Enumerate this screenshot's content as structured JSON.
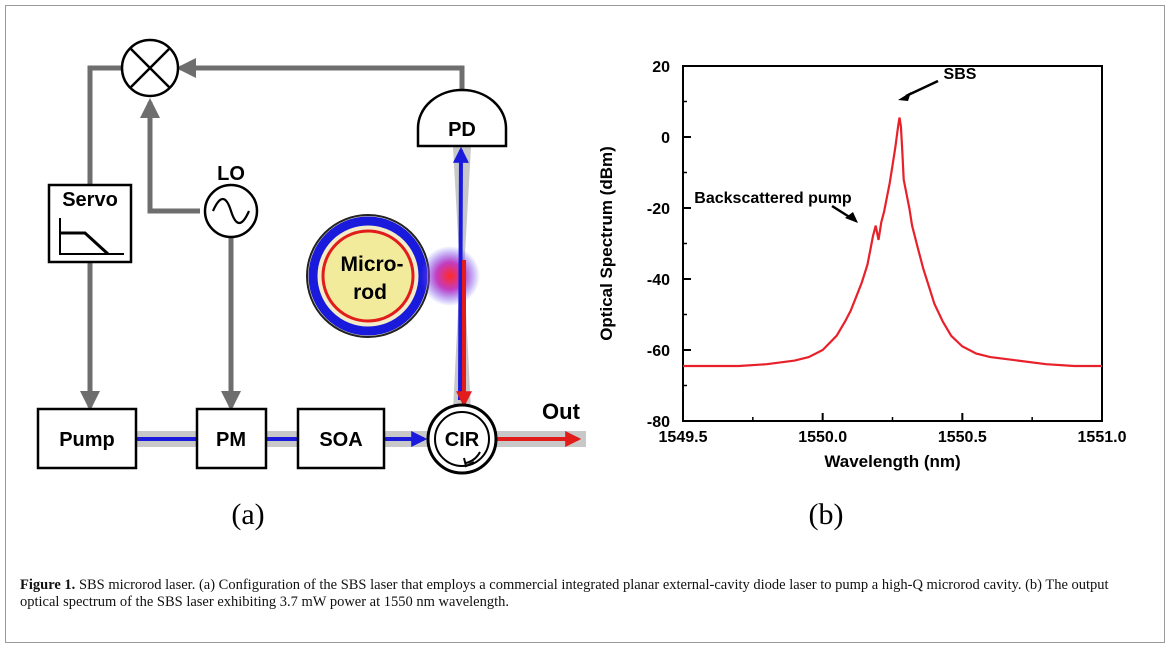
{
  "panel_a": {
    "label": "(a)",
    "blocks": {
      "servo": "Servo",
      "lo": "LO",
      "pd": "PD",
      "microrod_line1": "Micro-",
      "microrod_line2": "rod",
      "pump": "Pump",
      "pm": "PM",
      "soa": "SOA",
      "cir": "CIR",
      "out": "Out"
    }
  },
  "panel_b": {
    "label": "(b)",
    "annotations": {
      "peak": "SBS",
      "shoulder": "Backscattered pump"
    }
  },
  "chart_data": {
    "type": "line",
    "title": "",
    "xlabel": "Wavelength (nm)",
    "ylabel": "Optical Spectrum (dBm)",
    "xlim": [
      1549.5,
      1551.0
    ],
    "ylim": [
      -80,
      20
    ],
    "xticks": [
      1549.5,
      1550.0,
      1550.5,
      1551.0
    ],
    "xtick_labels": [
      "1549.5",
      "1550.0",
      "1550.5",
      "1551.0"
    ],
    "yticks": [
      20,
      0,
      -20,
      -40,
      -60,
      -80
    ],
    "ytick_labels": [
      "20",
      "0",
      "-20",
      "-40",
      "-60",
      "-80"
    ],
    "grid": false,
    "series": [
      {
        "color": "#e8202a",
        "x": [
          1549.5,
          1549.6,
          1549.7,
          1549.8,
          1549.9,
          1549.95,
          1550.0,
          1550.05,
          1550.08,
          1550.1,
          1550.12,
          1550.14,
          1550.16,
          1550.17,
          1550.18,
          1550.19,
          1550.2,
          1550.21,
          1550.22,
          1550.23,
          1550.24,
          1550.25,
          1550.26,
          1550.27,
          1550.275,
          1550.28,
          1550.285,
          1550.29,
          1550.3,
          1550.31,
          1550.32,
          1550.34,
          1550.36,
          1550.38,
          1550.4,
          1550.43,
          1550.46,
          1550.5,
          1550.55,
          1550.6,
          1550.7,
          1550.8,
          1550.9,
          1551.0
        ],
        "y": [
          -64.5,
          -64.5,
          -64.5,
          -64,
          -63,
          -62,
          -60,
          -56,
          -52,
          -49,
          -45,
          -41,
          -36,
          -32,
          -28,
          -25,
          -29,
          -24,
          -21,
          -17,
          -13,
          -8,
          -3,
          3,
          5.5,
          3,
          -4,
          -12,
          -16,
          -20,
          -25,
          -31,
          -37,
          -42,
          -47,
          -52,
          -56,
          -59,
          -61,
          -62,
          -63,
          -64,
          -64.5,
          -64.5
        ]
      }
    ]
  },
  "caption": {
    "figure_label": "Figure 1.",
    "text": "SBS microrod laser. (a) Configuration of the SBS laser that employs a commercial integrated planar external-cavity diode laser to pump a high-Q microrod cavity. (b) The output optical spectrum of the SBS laser exhibiting 3.7 mW power at 1550 nm wavelength."
  },
  "colors": {
    "pump_line": "#1a1adc",
    "sbs_line": "#e21b1b",
    "signal_path": "#7a7a7a",
    "guide": "#c8c8c8"
  }
}
